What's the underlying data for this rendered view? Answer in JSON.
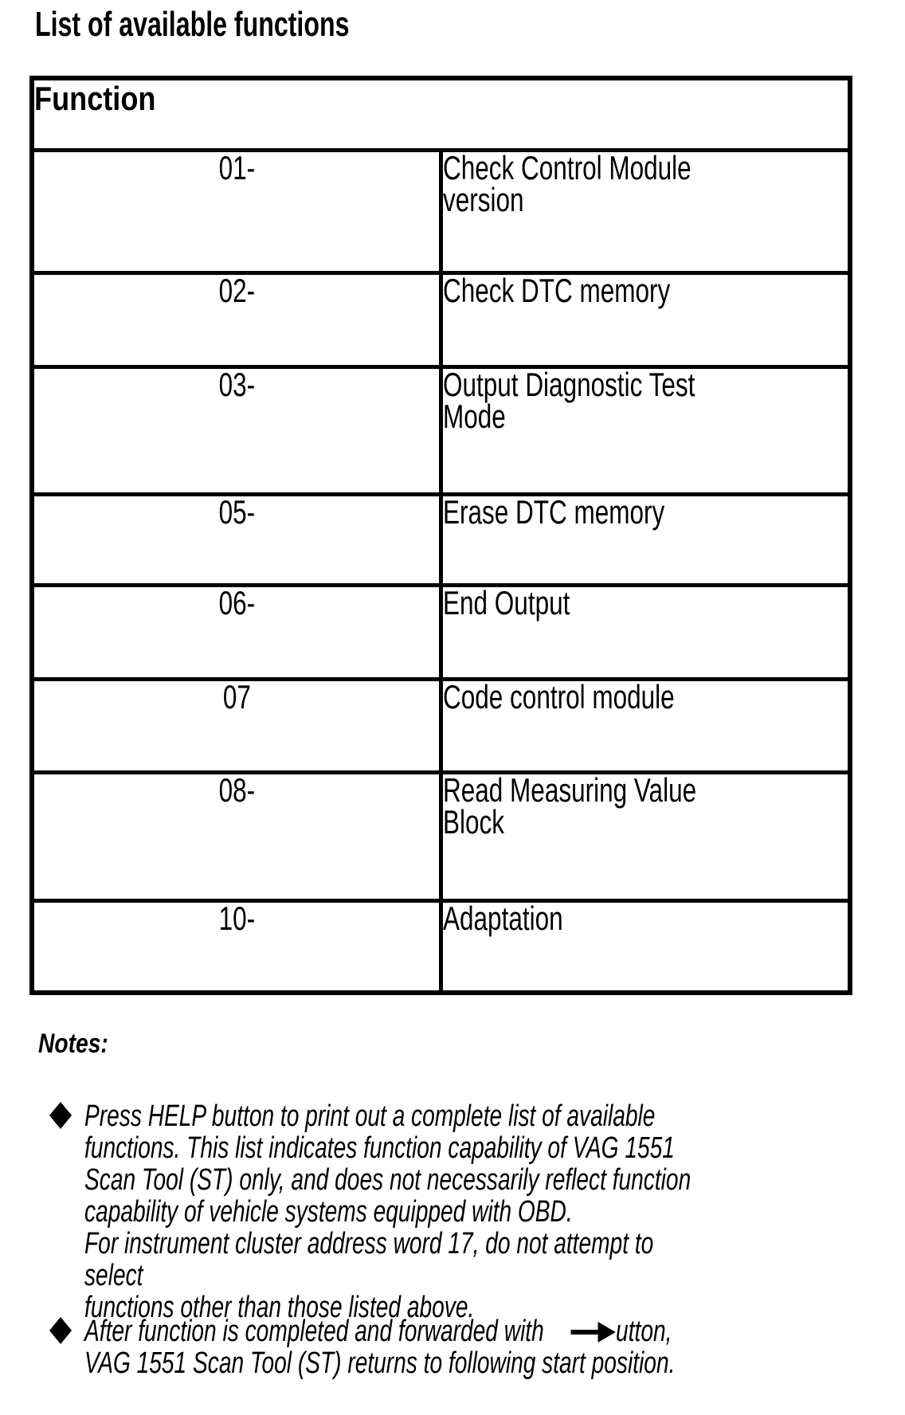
{
  "page": {
    "title": "List of available functions"
  },
  "table": {
    "header": "Function",
    "rows": [
      {
        "code": "01-",
        "desc": "Check Control Module\nversion"
      },
      {
        "code": "02-",
        "desc": "Check DTC memory"
      },
      {
        "code": "03-",
        "desc": "Output Diagnostic Test\nMode"
      },
      {
        "code": "05-",
        "desc": "Erase DTC memory"
      },
      {
        "code": "06-",
        "desc": "End Output"
      },
      {
        "code": "07",
        "desc": "Code control module"
      },
      {
        "code": "08-",
        "desc": "Read Measuring Value\nBlock"
      },
      {
        "code": "10-",
        "desc": "Adaptation"
      }
    ]
  },
  "notes": {
    "label": "Notes:",
    "bullets": [
      {
        "bullet_icon": "diamond-bullet-icon",
        "text": "Press HELP button to print out a complete list of available\nfunctions. This list indicates function capability of VAG 1551\nScan Tool (ST) only, and does not necessarily reflect function\ncapability of vehicle systems equipped with OBD.\nFor instrument cluster address word 17, do not attempt to select\nfunctions other than those listed above."
      },
      {
        "bullet_icon": "diamond-bullet-icon",
        "inline_icon": "arrow-right-icon",
        "text_before": "After function is completed and forwarded with",
        "text_after": "utton,\nVAG 1551 Scan Tool (ST) returns to following start position."
      }
    ]
  },
  "colors": {
    "text": "#000000",
    "background": "#ffffff",
    "border": "#000000"
  }
}
